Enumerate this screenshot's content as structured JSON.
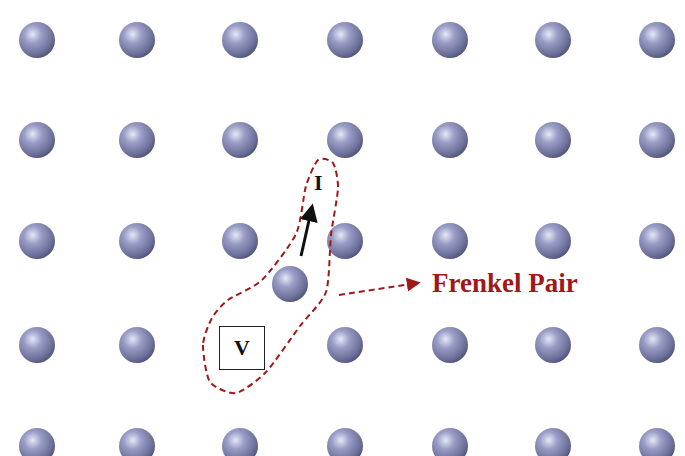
{
  "diagram": {
    "nodes": [
      {
        "text": [
          "V"
        ]
      }
    ],
    "labels": [
      "I",
      "Frenkel Pair"
    ]
  }
}
